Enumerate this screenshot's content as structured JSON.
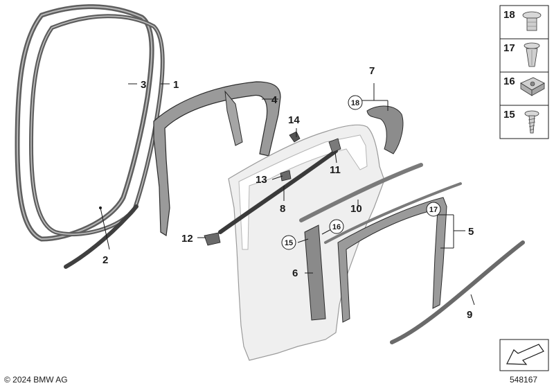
{
  "callouts": {
    "c1": "1",
    "c2": "2",
    "c3": "3",
    "c4": "4",
    "c5": "5",
    "c6": "6",
    "c7": "7",
    "c8": "8",
    "c9": "9",
    "c10": "10",
    "c11": "11",
    "c12": "12",
    "c13": "13",
    "c14": "14",
    "c15": "15",
    "c16": "16",
    "c17": "17",
    "c18": "18"
  },
  "legend": {
    "items": [
      {
        "label": "18",
        "icon": "push-rivet-icon"
      },
      {
        "label": "17",
        "icon": "expanding-clip-icon"
      },
      {
        "label": "16",
        "icon": "clip-nut-icon"
      },
      {
        "label": "15",
        "icon": "screw-icon"
      }
    ]
  },
  "footer": {
    "copyright": "© 2024 BMW AG",
    "diagram_id": "548167"
  },
  "colors": {
    "seal": "#6f6f6f",
    "part": "#8e8e8e",
    "door": "#eeeeee",
    "outline": "#1a1a1a"
  }
}
